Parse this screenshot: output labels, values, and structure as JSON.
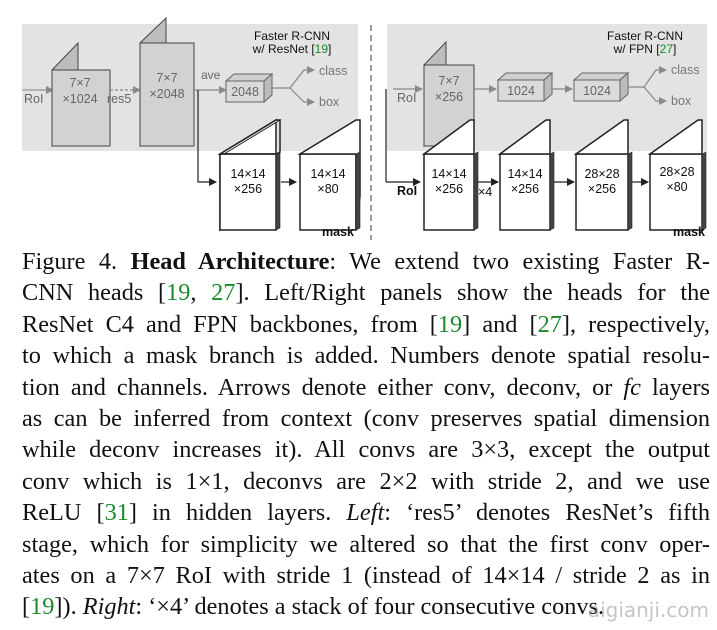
{
  "left_panel": {
    "title_line1": "Faster R-CNN",
    "title_line2_prefix": "w/ ResNet [",
    "title_line2_cite": "19",
    "title_line2_suffix": "]",
    "roi": "RoI",
    "block1_l1": "7×7",
    "block1_l2": "×1024",
    "res5": "res5",
    "block2_l1": "7×7",
    "block2_l2": "×2048",
    "ave": "ave",
    "fc": "2048",
    "class": "class",
    "box": "box",
    "mask1_l1": "14×14",
    "mask1_l2": "×256",
    "mask2_l1": "14×14",
    "mask2_l2": "×80",
    "mask_label": "mask"
  },
  "right_panel": {
    "title_line1": "Faster R-CNN",
    "title_line2_prefix": "w/ FPN [",
    "title_line2_cite": "27",
    "title_line2_suffix": "]",
    "roi_top": "RoI",
    "block_l1": "7×7",
    "block_l2": "×256",
    "fc1": "1024",
    "fc2": "1024",
    "class": "class",
    "box": "box",
    "roi_bottom": "RoI",
    "m1_l1": "14×14",
    "m1_l2": "×256",
    "x4": "×4",
    "m2_l1": "14×14",
    "m2_l2": "×256",
    "m3_l1": "28×28",
    "m3_l2": "×256",
    "m4_l1": "28×28",
    "m4_l2": "×80",
    "mask_label": "mask"
  },
  "caption": {
    "l1_a": "Figure 4. ",
    "l1_b": "Head Architecture",
    "l1_c": ": We extend two existing Faster R-",
    "l2_a": "CNN heads [",
    "l2_c1": "19",
    "l2_b": ", ",
    "l2_c2": "27",
    "l2_d": "].  Left/Right panels show the heads for the",
    "l3_a": "ResNet C4 and FPN backbones, from [",
    "l3_c1": "19",
    "l3_b": "] and [",
    "l3_c2": "27",
    "l3_d": "], respectively,",
    "l4": "to which a mask branch is added. Numbers denote spatial resolu-",
    "l5_a": "tion and channels. Arrows denote either conv, deconv, or ",
    "l5_b": "fc",
    "l5_c": " layers",
    "l6": "as can be inferred from context (conv preserves spatial dimension",
    "l7": "while deconv increases it).  All convs are 3×3, except the output",
    "l8": "conv which is 1×1, deconvs are 2×2 with stride 2, and we use",
    "l9_a": "ReLU [",
    "l9_c": "31",
    "l9_b": "] in hidden layers. ",
    "l9_i": "Left",
    "l9_d": ": ‘res5’ denotes ResNet’s fifth",
    "l10": "stage, which for simplicity we altered so that the first conv oper-",
    "l11": "ates on a 7×7 RoI with stride 1 (instead of 14×14 / stride 2 as in",
    "l12_a": "[",
    "l12_c": "19",
    "l12_b": "]). ",
    "l12_i": "Right",
    "l12_d": ": ‘×4’ denotes a stack of four consecutive convs."
  },
  "watermark": "aigianji.com"
}
